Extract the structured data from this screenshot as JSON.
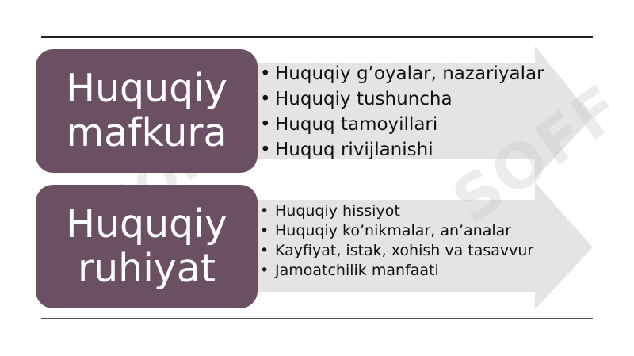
{
  "diagram": {
    "group1": {
      "title_line1": "Huquqiy",
      "title_line2": "mafkura",
      "items": [
        "Huquqiy g’oyalar, nazariyalar",
        "Huquqiy tushuncha",
        "Huquq tamoyillari",
        "Huquq rivijlanishi"
      ]
    },
    "group2": {
      "title_line1": "Huquqiy",
      "title_line2": "ruhiyat",
      "items": [
        "Huquqiy hissiyot",
        "Huquqiy ko’nikmalar, an’analar",
        "Kayfiyat, istak, xohish va tasavvur",
        "Jamoatchilik manfaati"
      ]
    },
    "watermark": "SOFF"
  },
  "colors": {
    "block_fill": "#6b4f63",
    "arrow_fill": "#e4e4e4",
    "text": "#111111",
    "rule": "#222222"
  }
}
